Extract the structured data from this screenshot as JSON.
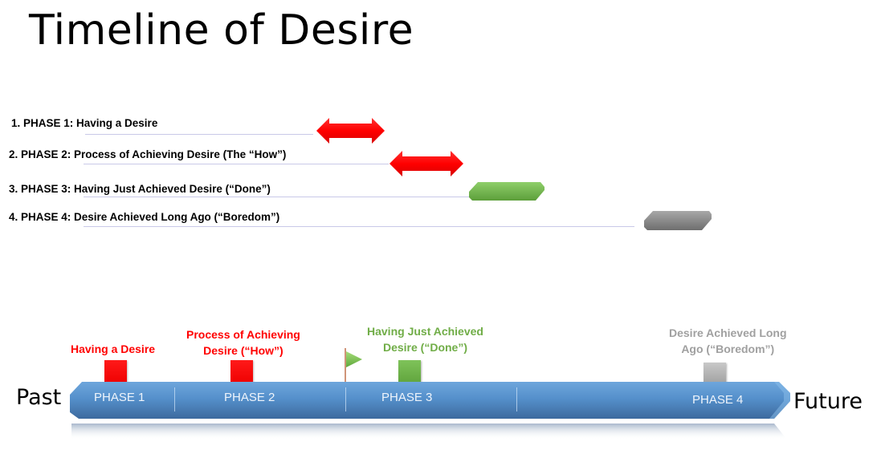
{
  "title": "Timeline of Desire",
  "phase_list": [
    {
      "label": "1. PHASE 1: Having a Desire",
      "bar": "double-arrow",
      "color": "#ff0000"
    },
    {
      "label": "2. PHASE 2: Process of Achieving Desire (The “How”)",
      "bar": "double-arrow",
      "color": "#ff0000"
    },
    {
      "label": "3. PHASE 3: Having  Just Achieved Desire (“Done”)",
      "bar": "beveled-bar",
      "color": "#6ab04c"
    },
    {
      "label": "4. PHASE 4: Desire Achieved Long Ago (“Boredom”)",
      "bar": "beveled-bar",
      "color": "#8c8c8c"
    }
  ],
  "timeline": {
    "start_label": "Past",
    "end_label": "Future",
    "bar_color": "#4f86c0",
    "phases": [
      "PHASE 1",
      "PHASE 2",
      "PHASE 3",
      "PHASE 4"
    ],
    "milestones": [
      {
        "line1": "Having a Desire",
        "line2": "",
        "color": "#ff0000"
      },
      {
        "line1": "Process of Achieving",
        "line2": "Desire (“How”)",
        "color": "#ff0000"
      },
      {
        "line1": "Having Just Achieved",
        "line2": "Desire (“Done”)",
        "color": "#70ad47"
      },
      {
        "line1": "Desire Achieved Long",
        "line2": "Ago (“Boredom”)",
        "color": "#a0a0a0"
      }
    ],
    "flag_icon": "flag-icon"
  }
}
